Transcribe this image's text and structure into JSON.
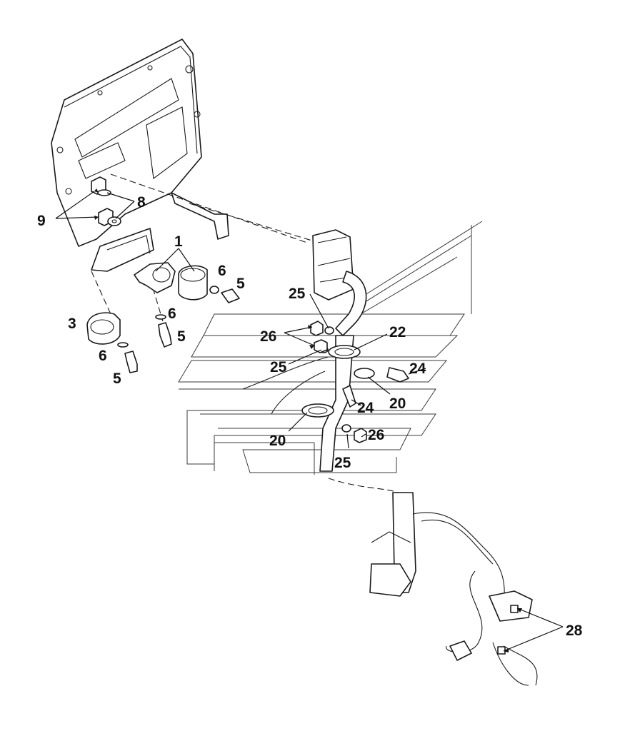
{
  "callouts": [
    {
      "id": "c9",
      "text": "9"
    },
    {
      "id": "c8",
      "text": "8"
    },
    {
      "id": "c1",
      "text": "1"
    },
    {
      "id": "c6a",
      "text": "6"
    },
    {
      "id": "c5a",
      "text": "5"
    },
    {
      "id": "c3",
      "text": "3"
    },
    {
      "id": "c6b",
      "text": "6"
    },
    {
      "id": "c5b",
      "text": "5"
    },
    {
      "id": "c6c",
      "text": "6"
    },
    {
      "id": "c5c",
      "text": "5"
    },
    {
      "id": "c25a",
      "text": "25"
    },
    {
      "id": "c26a",
      "text": "26"
    },
    {
      "id": "c22",
      "text": "22"
    },
    {
      "id": "c25b",
      "text": "25"
    },
    {
      "id": "c24a",
      "text": "24"
    },
    {
      "id": "c20a",
      "text": "20"
    },
    {
      "id": "c24b",
      "text": "24"
    },
    {
      "id": "c20b",
      "text": "20"
    },
    {
      "id": "c26b",
      "text": "26"
    },
    {
      "id": "c25c",
      "text": "25"
    },
    {
      "id": "c28",
      "text": "28"
    }
  ]
}
